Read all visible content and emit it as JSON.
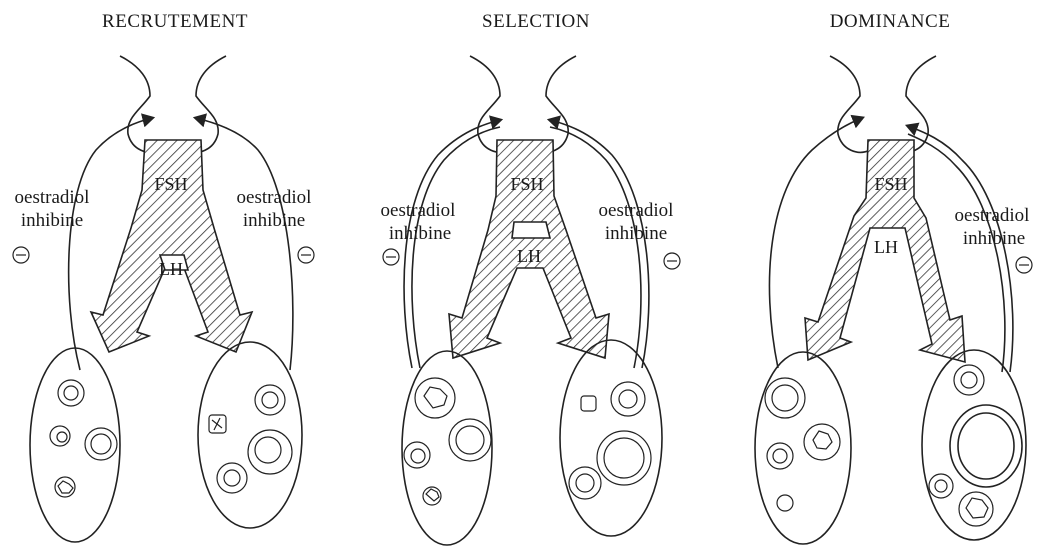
{
  "panels": [
    {
      "title": "RECRUTEMENT",
      "fsh": "FSH",
      "lh": "LH",
      "left_label": [
        "oestradiol",
        "inhibine"
      ],
      "right_label": [
        "oestradiol",
        "inhibine"
      ],
      "sign": "−"
    },
    {
      "title": "SELECTION",
      "fsh": "FSH",
      "lh": "LH",
      "left_label": [
        "oestradiol",
        "inhibine"
      ],
      "right_label": [
        "oestradiol",
        "inhibine"
      ],
      "sign": "−"
    },
    {
      "title": "DOMINANCE",
      "fsh": "FSH",
      "lh": "LH",
      "right_label": [
        "oestradiol",
        "inhibine"
      ],
      "sign": "−"
    }
  ]
}
